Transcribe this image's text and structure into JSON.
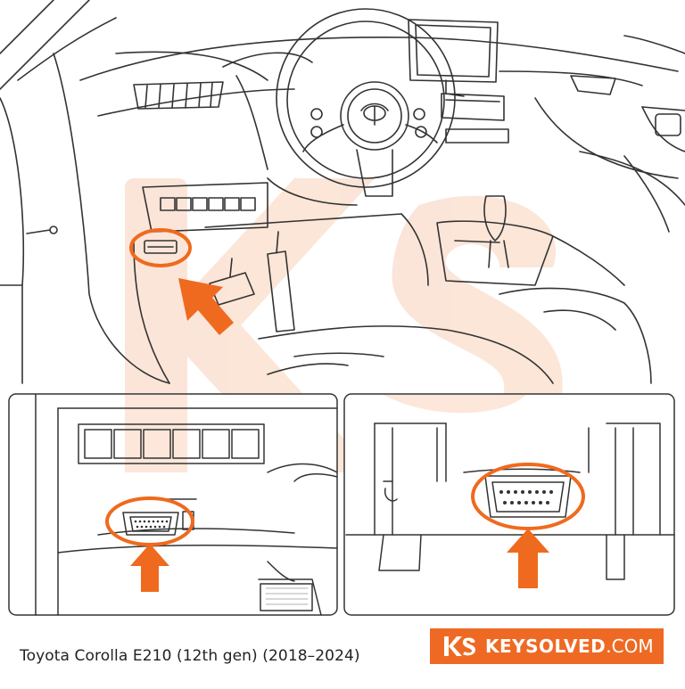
{
  "caption": "Toyota Corolla E210 (12th gen) (2018–2024)",
  "brand": {
    "name": "KEYSOLVED",
    "tld": ".COM",
    "color": "#ee6a24",
    "watermark_color": "#fbe3d4"
  },
  "highlight_color": "#ef6a1e",
  "insets": [
    {
      "name": "dash-closeup"
    },
    {
      "name": "port-closeup"
    }
  ]
}
